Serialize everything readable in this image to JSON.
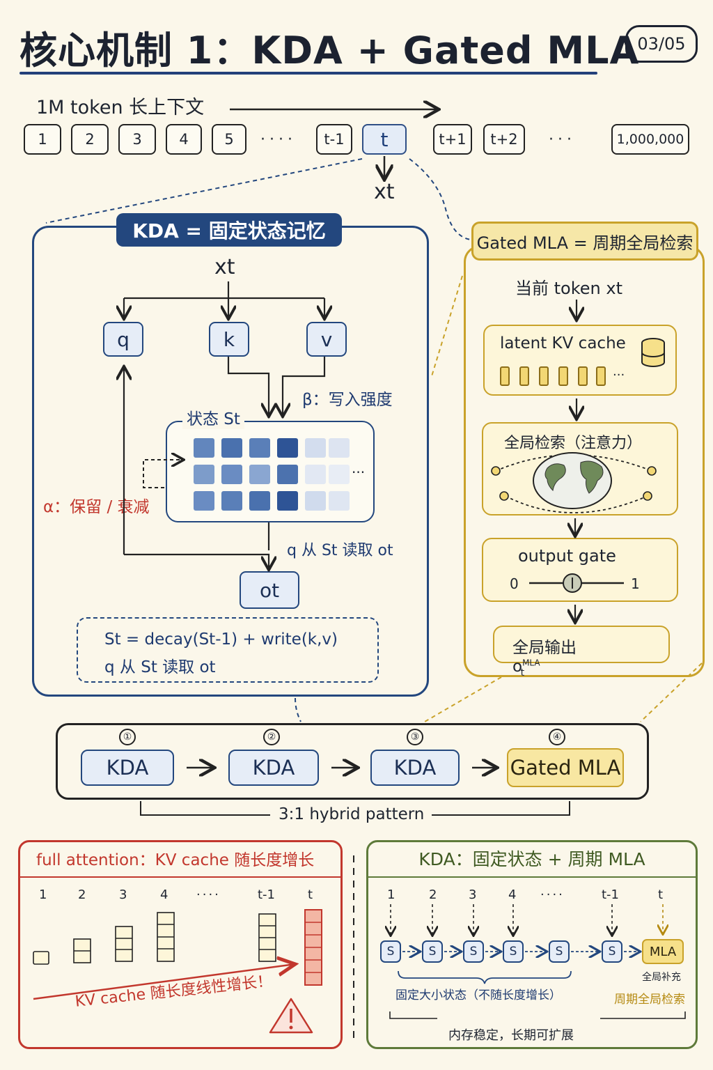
{
  "title": "核心机制 1：KDA + Gated MLA",
  "page_badge": "03/05",
  "sequence": {
    "label": "1M token 长上下文",
    "tokens": [
      "1",
      "2",
      "3",
      "4",
      "5",
      "t-1",
      "t",
      "t+1",
      "t+2",
      "1,000,000"
    ],
    "dots": "····",
    "dots2": "···",
    "current_input": "xt"
  },
  "kda": {
    "header": "KDA = 固定状态记忆",
    "input": "xt",
    "q": "q",
    "k": "k",
    "v": "v",
    "beta_label": "β：写入强度",
    "state_label": "状态 St",
    "alpha_label": "α：保留 / 衰减",
    "read_label": "q 从 St 读取 ot",
    "output": "ot",
    "formula_line1": "St = decay(St-1) + write(k,v)",
    "formula_line2": "q 从 St 读取 ot",
    "ellipsis": "···"
  },
  "mla": {
    "header": "Gated MLA = 周期全局检索",
    "current_token": "当前 token xt",
    "latent_cache": "latent KV cache",
    "global_retrieval": "全局检索（注意力）",
    "output_gate": "output gate",
    "gate_min": "0",
    "gate_max": "1",
    "global_output": "全局输出 o",
    "output_sup": "MLA",
    "output_sub": "t",
    "ellipsis": "···"
  },
  "pipeline": {
    "steps": [
      {
        "num": "①",
        "label": "KDA"
      },
      {
        "num": "②",
        "label": "KDA"
      },
      {
        "num": "③",
        "label": "KDA"
      },
      {
        "num": "④",
        "label": "Gated MLA"
      }
    ],
    "pattern": "3:1 hybrid pattern"
  },
  "full_attention": {
    "header": "full attention：KV cache 随长度增长",
    "labels": [
      "1",
      "2",
      "3",
      "4",
      "····",
      "t-1",
      "t"
    ],
    "note": "KV cache 随长度线性增长！",
    "warning_icon": "warning-icon"
  },
  "kda_state": {
    "header": "KDA：固定状态 + 周期 MLA",
    "labels": [
      "1",
      "2",
      "3",
      "4",
      "····",
      "t-1",
      "t"
    ],
    "s": "S",
    "mla": "MLA",
    "mla_caption1": "全局补充",
    "mla_caption2": "周期全局检索",
    "fixed_caption": "固定大小状态（不随长度增长）",
    "bottom_caption": "内存稳定，长期可扩展"
  },
  "colors": {
    "navy": "#23477e",
    "gold": "#c9a22a",
    "red": "#c2372d",
    "green": "#5e7a3a",
    "paper": "#fbf7ea"
  }
}
